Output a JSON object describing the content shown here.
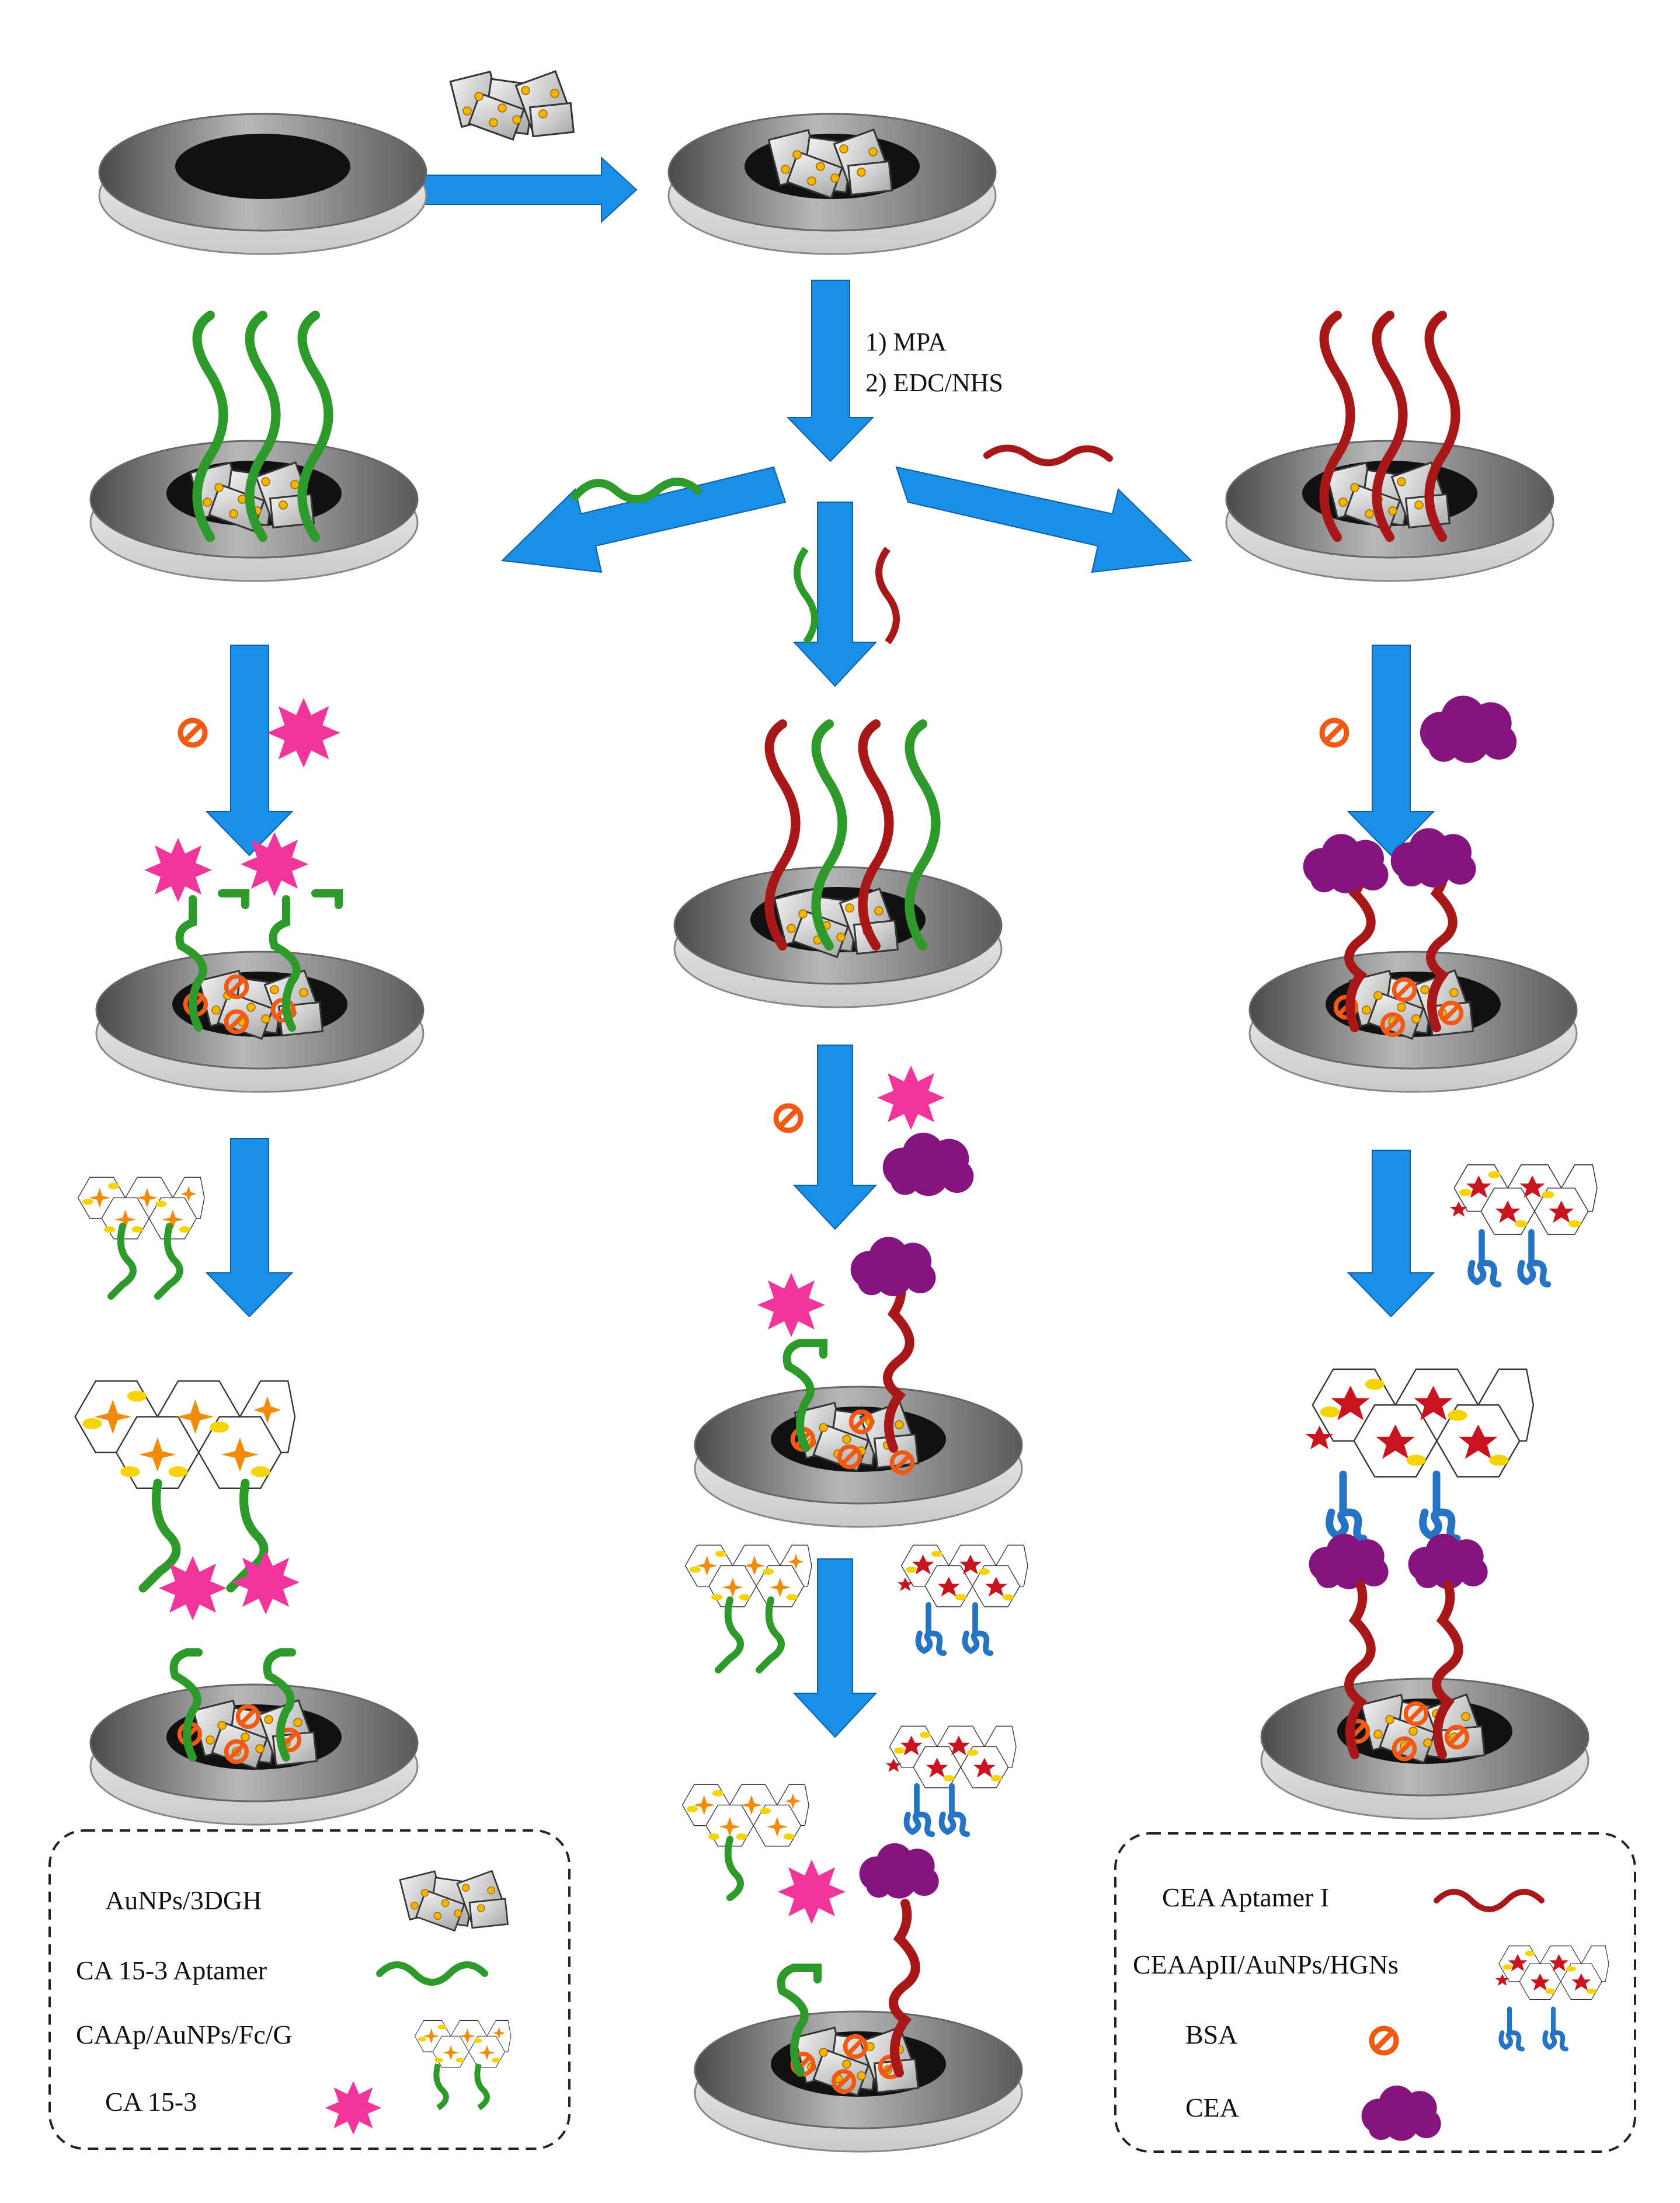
{
  "steps": {
    "line1": "1) MPA",
    "line2": "2) EDC/NHS"
  },
  "legend_left": [
    {
      "label": "AuNPs/3DGH",
      "icon": "graphene-hydrogel-icon"
    },
    {
      "label": "CA 15-3 Aptamer",
      "icon": "green-aptamer-icon"
    },
    {
      "label": "CAAp/AuNPs/Fc/G",
      "icon": "caap-nanocomposite-icon"
    },
    {
      "label": "CA 15-3",
      "icon": "pink-star-icon"
    }
  ],
  "legend_right": [
    {
      "label": "CEA Aptamer I",
      "icon": "red-aptamer-icon"
    },
    {
      "label": "CEAApII/AuNPs/HGNs",
      "icon": "ceaapii-nanocomposite-icon"
    },
    {
      "label": "BSA",
      "icon": "bsa-icon"
    },
    {
      "label": "CEA",
      "icon": "purple-cloud-icon"
    }
  ],
  "colors": {
    "arrow": "#1a8fe8",
    "green_aptamer": "#2f9a2c",
    "red_aptamer": "#a81818",
    "ca153": "#f0369a",
    "cea": "#84157f",
    "bsa": "#f05a14",
    "antibody": "#2574c4"
  }
}
